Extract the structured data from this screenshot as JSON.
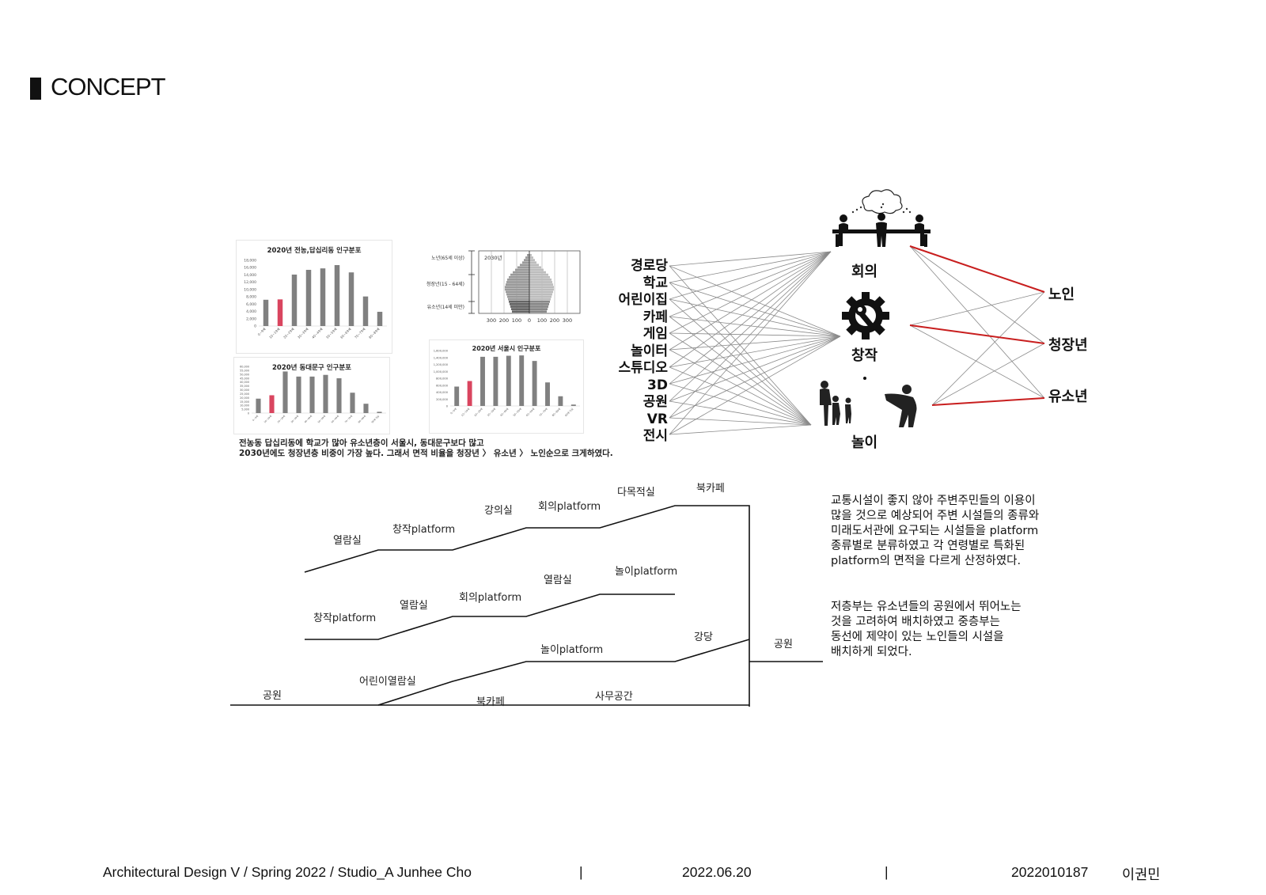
{
  "header": {
    "title": "CONCEPT"
  },
  "charts": {
    "local": {
      "title": "2020년 전농,답십리동 인구분포",
      "y_ticks": [
        "18,000",
        "16,000",
        "14,000",
        "12,000",
        "10,000",
        "8,000",
        "6,000",
        "4,000",
        "2,000",
        "0"
      ],
      "categories": [
        "0~9세",
        "10~19세",
        "20~29세",
        "30~39세",
        "40~49세",
        "50~59세",
        "60~69세",
        "70~79세",
        "80~89세"
      ],
      "values": [
        7200,
        7300,
        14100,
        15400,
        15800,
        16700,
        14700,
        8100,
        3900
      ],
      "ylim": [
        0,
        18000
      ],
      "highlight_index": 1,
      "bar_color": "#808080",
      "highlight_color": "#d9455f"
    },
    "dongdaemun": {
      "title": "2020년 동대문구 인구분포",
      "y_ticks": [
        "60,000",
        "55,000",
        "50,000",
        "45,000",
        "40,000",
        "35,000",
        "30,000",
        "25,000",
        "20,000",
        "15,000",
        "10,000",
        "5,000",
        "0"
      ],
      "categories": [
        "0~9세",
        "10~19세",
        "20~29세",
        "30~39세",
        "40~49세",
        "50~59세",
        "60~69세",
        "70~79세",
        "80~89세",
        "90세 이상"
      ],
      "values": [
        17000,
        21000,
        49000,
        43000,
        43000,
        45000,
        41000,
        24000,
        11000,
        1500
      ],
      "ylim": [
        0,
        55000
      ],
      "highlight_index": 1
    },
    "pyramid": {
      "year_label": "2030년",
      "bands": [
        "노년(65세 이상)",
        "청장년(15 - 64세)",
        "유소년(14세 미만)"
      ],
      "x_ticks": [
        "300",
        "200",
        "100",
        "0",
        "100",
        "200",
        "300"
      ]
    },
    "seoul": {
      "title": "2020년 서울시 인구분포",
      "y_ticks": [
        "1,600,000",
        "1,400,000",
        "1,200,000",
        "1,000,000",
        "800,000",
        "600,000",
        "400,000",
        "200,000",
        "0"
      ],
      "categories": [
        "0~9세",
        "10~19세",
        "20~29세",
        "30~39세",
        "40~49세",
        "50~59세",
        "60~69세",
        "70~79세",
        "80~89세",
        "90세 이상"
      ],
      "values": [
        560000,
        720000,
        1420000,
        1420000,
        1450000,
        1460000,
        1300000,
        680000,
        280000,
        40000
      ],
      "ylim": [
        0,
        1600000
      ],
      "highlight_index": 1
    },
    "caption_line1": "전농동 답십리동에 학교가 많아 유소년층이 서울시, 동대문구보다 많고",
    "caption_line2": "2030년에도 청장년층 비중이 가장 높다. 그래서 면적 비율을 청장년 〉 유소년 〉 노인순으로 크게하였다."
  },
  "network": {
    "facilities": [
      "경로당",
      "학교",
      "어린이집",
      "카페",
      "게임",
      "놀이터",
      "스튜디오",
      "3D",
      "공원",
      "VR",
      "전시"
    ],
    "activities": [
      "회의",
      "창작",
      "놀이"
    ],
    "age_groups": [
      "노인",
      "청장년",
      "유소년"
    ],
    "line_color": "#8a8a8a",
    "highlight_color": "#c81e1e",
    "icons": [
      "meeting-table-icon",
      "gear-wrench-icon",
      "family-play-icon",
      "thought-cloud-icon"
    ]
  },
  "section": {
    "labels": [
      "열람실",
      "창작platform",
      "강의실",
      "회의platform",
      "다목적실",
      "북카페",
      "창작platform",
      "열람실",
      "회의platform",
      "열람실",
      "놀이platform",
      "공원",
      "어린이열람실",
      "북카페",
      "놀이platform",
      "사무공간",
      "강당",
      "공원"
    ]
  },
  "description": {
    "para1": [
      "교통시설이 좋지 않아 주변주민들의 이용이",
      "많을 것으로 예상되어 주변 시설들의 종류와",
      "미래도서관에 요구되는 시설들을 platform",
      "종류별로 분류하였고 각 연령별로 특화된",
      "platform의 면적을 다르게 산정하였다."
    ],
    "para2": [
      "저층부는 유소년들의 공원에서 뛰어노는",
      "것을 고려하여 배치하였고 중층부는",
      "동선에 제약이 있는 노인들의 시설을",
      "배치하게 되었다."
    ]
  },
  "footer": {
    "course": "Architectural Design V / Spring 2022 /  Studio_A Junhee Cho",
    "separator": "|",
    "date": "2022.06.20",
    "student_id": "2022010187",
    "name": "이권민"
  }
}
